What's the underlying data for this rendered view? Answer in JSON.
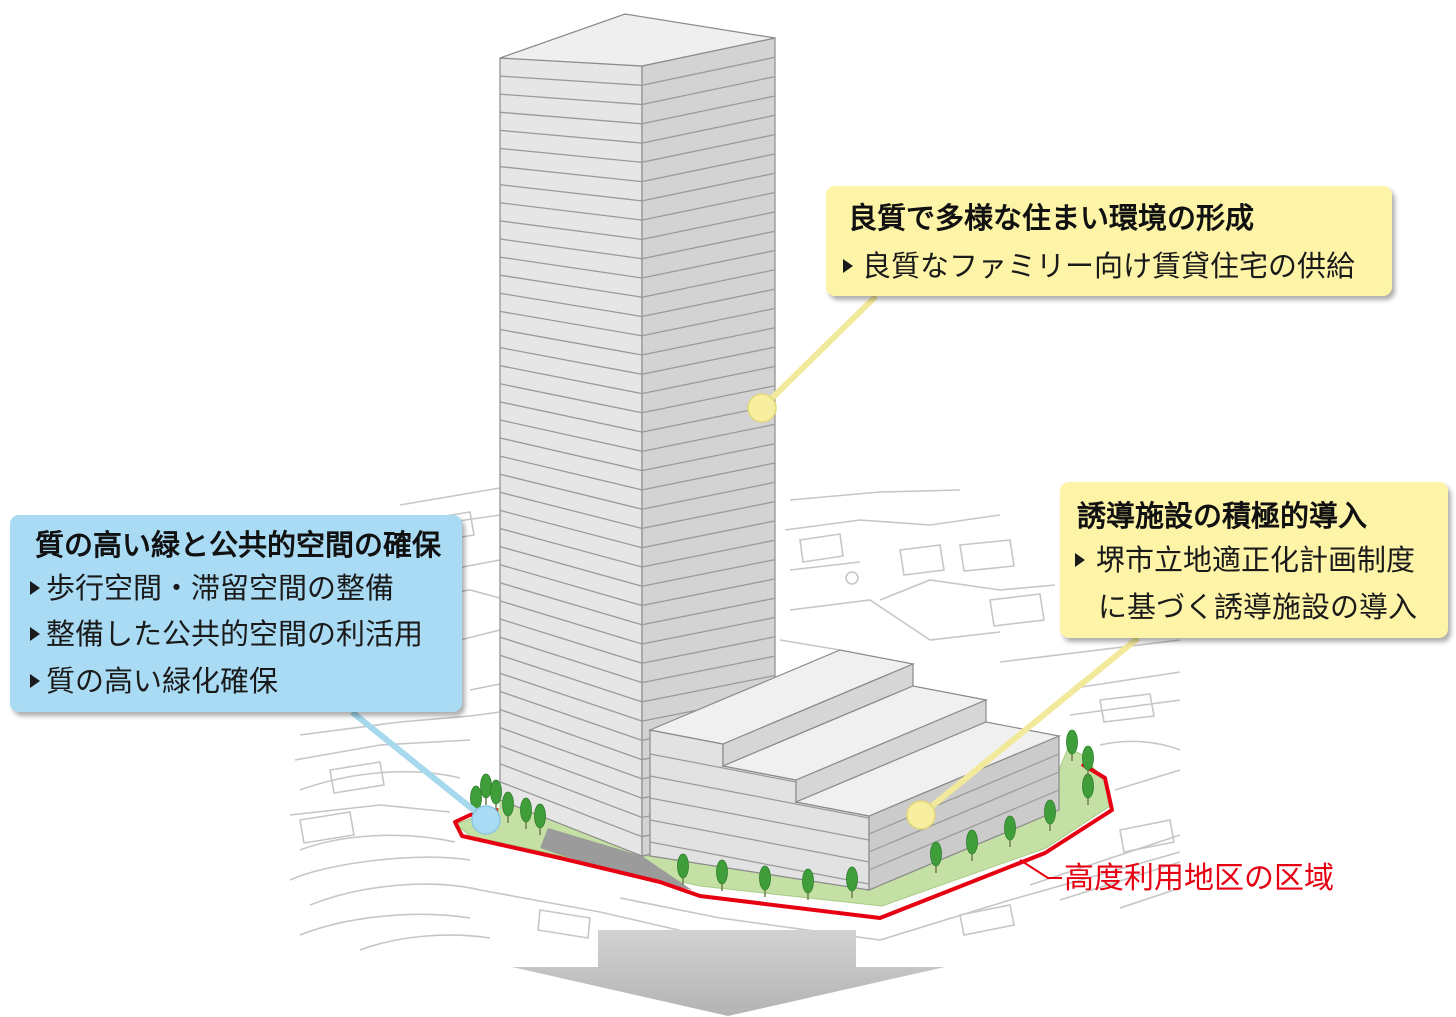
{
  "callouts": {
    "housing": {
      "title": "良質で多様な住まい環境の形成",
      "items": [
        "良質なファミリー向け賃貸住宅の供給"
      ]
    },
    "facilities": {
      "title": "誘導施設の積極的導入",
      "items": [
        {
          "lines": [
            "堺市立地適正化計画制度",
            "に基づく誘導施設の導入"
          ]
        }
      ]
    },
    "greenery": {
      "title": "質の高い緑と公共的空間の確保",
      "items": [
        "歩行空間・滞留空間の整備",
        "整備した公共的空間の利活用",
        "質の高い緑化確保"
      ]
    }
  },
  "area_label": {
    "text": "高度利用地区の区域"
  },
  "icons": {
    "bullet": "triangle-right-icon",
    "flow_arrow": "arrow-down-icon",
    "tree": "tree-icon"
  },
  "colors": {
    "callout_yellow": "#fdf4a8",
    "callout_blue": "#a9dcf4",
    "area_outline": "#e60012",
    "greenery": "#c4e0a4",
    "tree": "#3f9e3a",
    "arrow": "#c2c2c2"
  }
}
